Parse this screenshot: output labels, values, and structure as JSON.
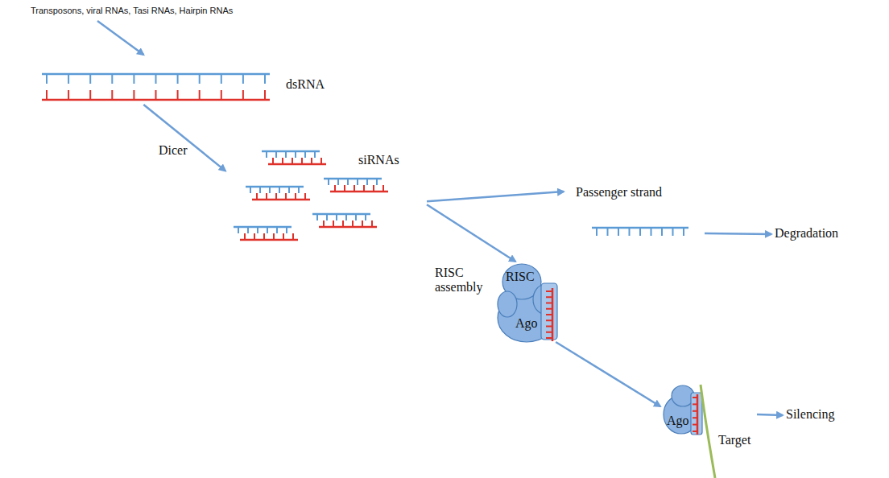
{
  "diagram": {
    "nodes": [
      {
        "text": [
          "Transposons, viral RNAs, Tasi RNAs, Hairpin RNAs"
        ]
      },
      {
        "text": [
          "dsRNA"
        ]
      },
      {
        "text": [
          "siRNAs"
        ]
      },
      {
        "text": [
          "Passenger strand"
        ]
      },
      {
        "text": [
          "Degradation"
        ]
      },
      {
        "text": [
          "RISC",
          "Ago"
        ]
      },
      {
        "text": [
          "Ago",
          "Target"
        ]
      },
      {
        "text": [
          "Silencing"
        ]
      }
    ],
    "edges": [
      {
        "from": 0,
        "to": 1,
        "arrow": "to"
      },
      {
        "from": 1,
        "to": 2,
        "label": "Dicer",
        "arrow": "to"
      },
      {
        "from": 2,
        "to": 3,
        "arrow": "to"
      },
      {
        "from": 3,
        "to": 4,
        "arrow": "to"
      },
      {
        "from": 2,
        "to": 5,
        "label": "RISC assembly",
        "arrow": "to"
      },
      {
        "from": 5,
        "to": 6,
        "arrow": "to"
      },
      {
        "from": 6,
        "to": 7,
        "arrow": "to"
      }
    ]
  }
}
